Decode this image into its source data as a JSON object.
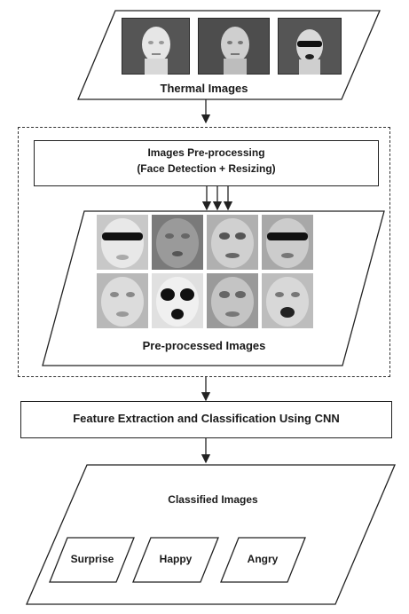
{
  "diagram": {
    "thermal_images": {
      "label": "Thermal Images"
    },
    "preprocessing": {
      "title": "Images Pre-processing",
      "subtitle": "(Face Detection + Resizing)"
    },
    "preprocessed_images": {
      "label": "Pre-processed Images"
    },
    "feature_extraction": {
      "label": "Feature Extraction and Classification Using CNN"
    },
    "classified_images": {
      "label": "Classified Images",
      "classes": [
        "Surprise",
        "Happy",
        "Angry"
      ]
    }
  }
}
